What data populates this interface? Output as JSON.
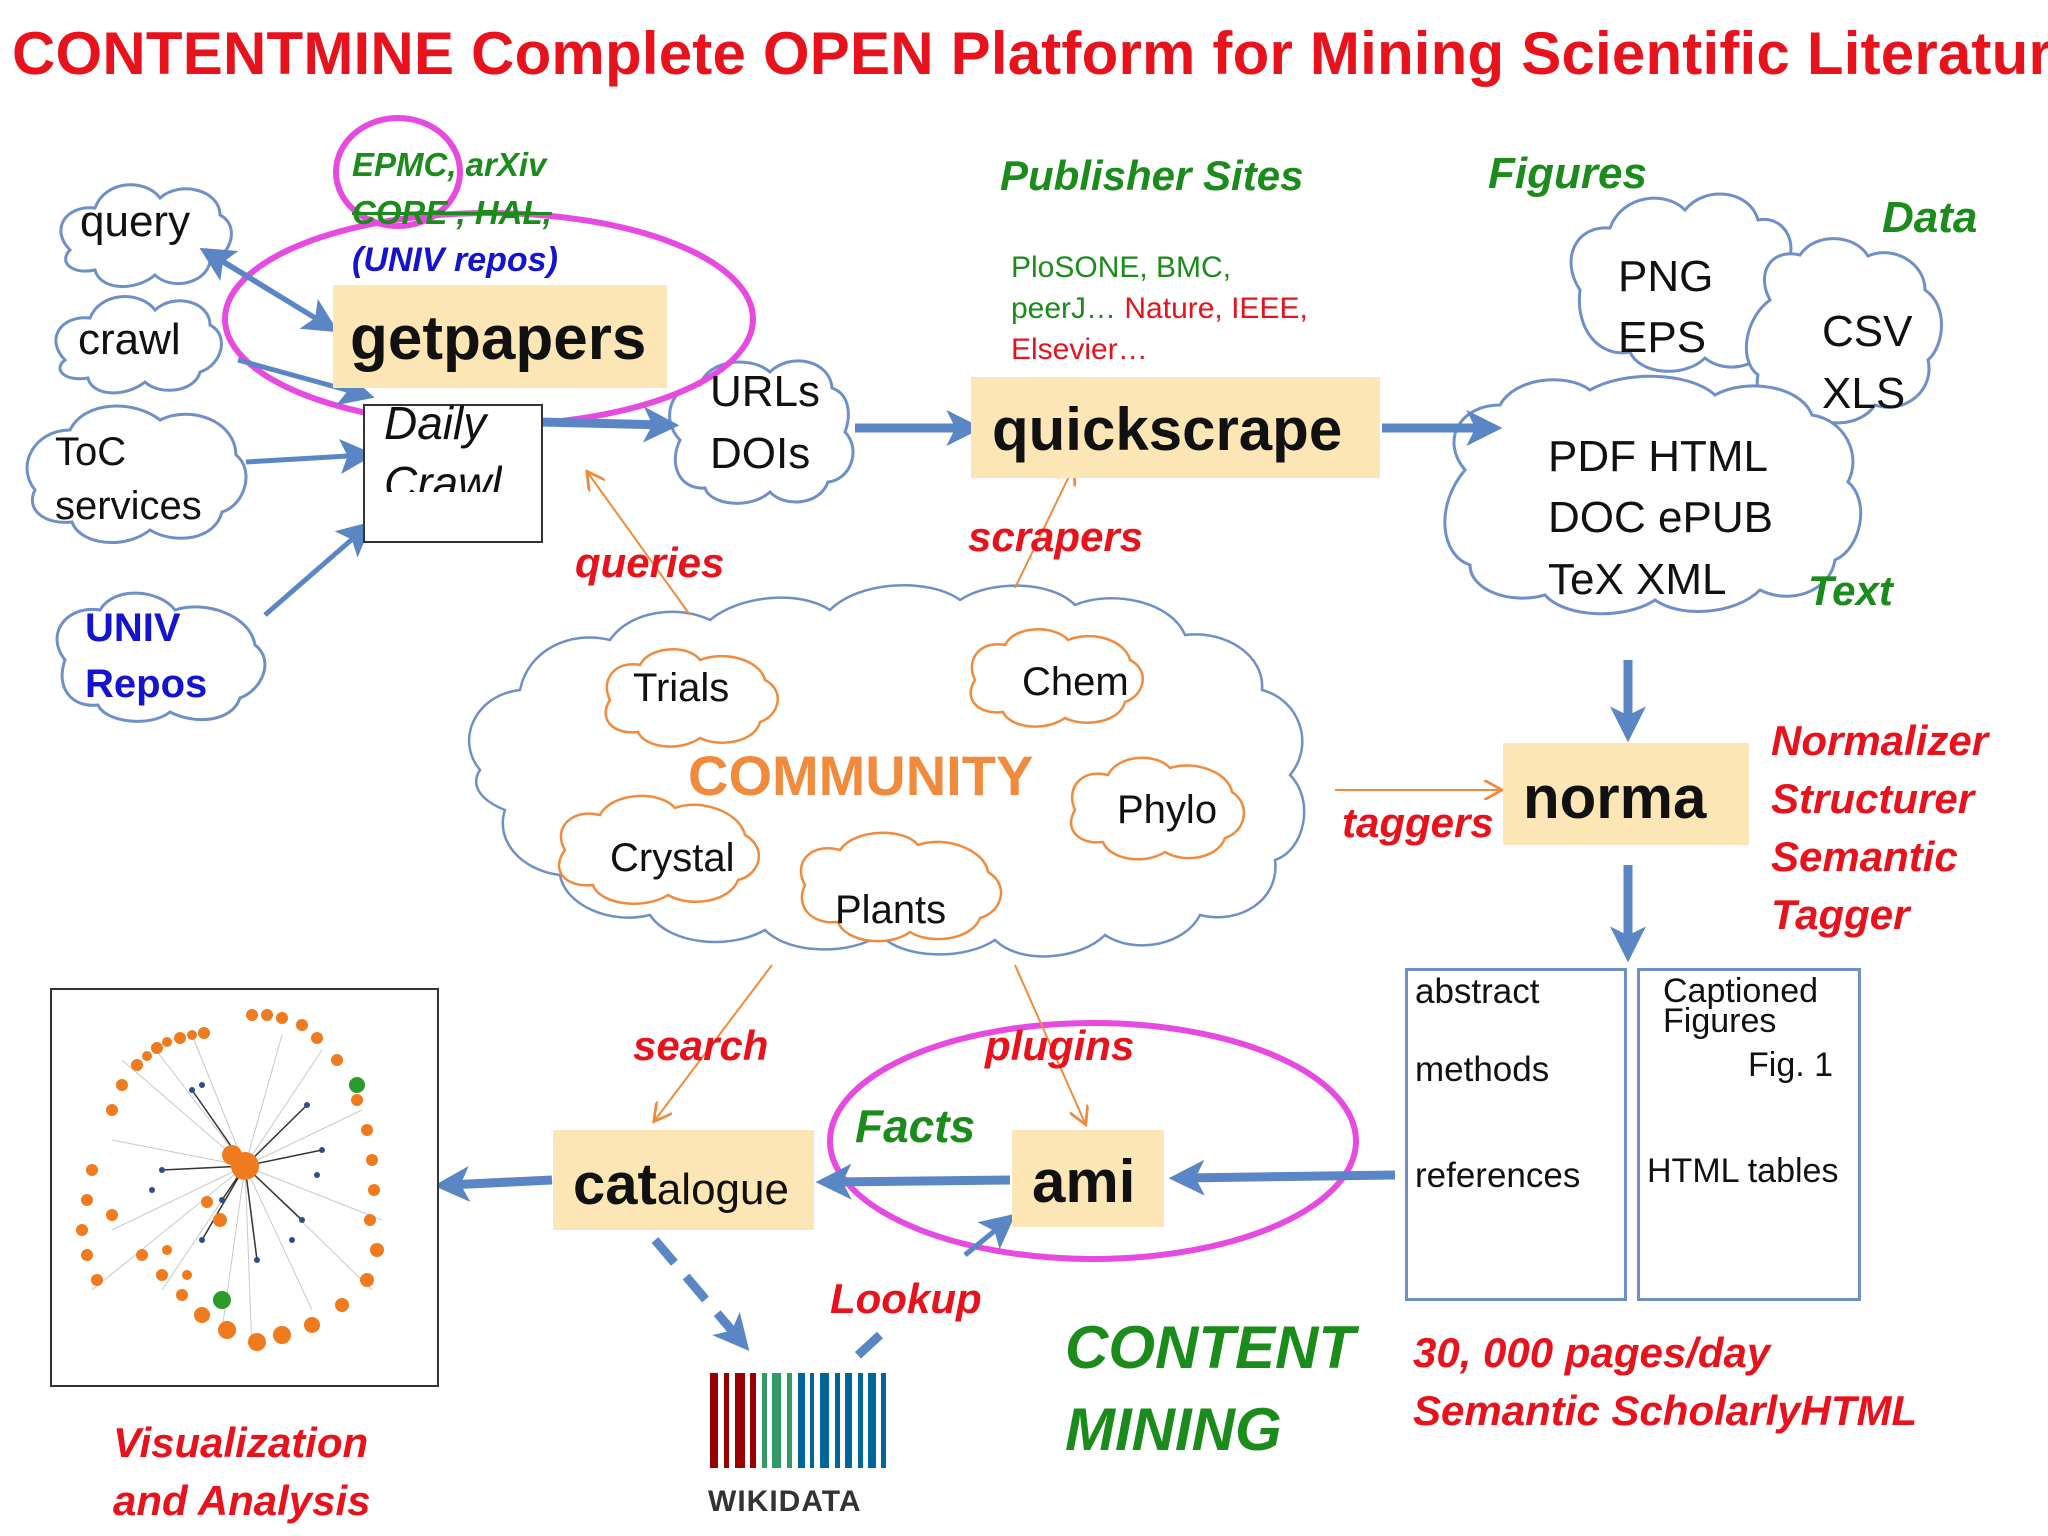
{
  "title": "CONTENTMINE Complete OPEN Platform for Mining Scientific Literature",
  "sources": {
    "query": "query",
    "crawl": "crawl",
    "toc_line1": "ToC",
    "toc_line2": "services",
    "univ_line1": "UNIV",
    "univ_line2": "Repos"
  },
  "repos": {
    "line1": "EPMC, arXiv",
    "line2": "CORE , HAL,",
    "line3": "(UNIV repos)"
  },
  "getpapers": "getpapers",
  "daily_line1": "Daily",
  "daily_line2": "Crawl",
  "urls_line1": "URLs",
  "urls_line2": "DOIs",
  "publisher": {
    "heading": "Publisher Sites",
    "line1": "PloSONE, BMC,",
    "line2_green": "peerJ…",
    "line2_red": " Nature, IEEE,",
    "line3": "Elsevier…"
  },
  "quickscrape": "quickscrape",
  "scrapers": "scrapers",
  "queries": "queries",
  "figures_heading": "Figures",
  "data_heading": "Data",
  "formats": {
    "png": "PNG",
    "eps": "EPS",
    "csv": "CSV",
    "xls": "XLS",
    "row1": "PDF HTML",
    "row2": "DOC ePUB",
    "row3": "TeX XML"
  },
  "text_label": "Text",
  "community": {
    "label": "COMMUNITY",
    "trials": "Trials",
    "chem": "Chem",
    "phylo": "Phylo",
    "crystal": "Crystal",
    "plants": "Plants"
  },
  "taggers": "taggers",
  "norma": "norma",
  "norma_roles": [
    "Normalizer",
    "Structurer",
    "Semantic",
    "Tagger"
  ],
  "doc": {
    "abstract": "abstract",
    "methods": "methods",
    "references": "references",
    "captioned_line1": "Captioned",
    "captioned_line2": "Figures",
    "fig1": "Fig. 1",
    "html_tables": "HTML tables"
  },
  "search": "search",
  "plugins": "plugins",
  "facts": "Facts",
  "ami": "ami",
  "catalogue_bold": "cat",
  "catalogue_rest": "alogue",
  "lookup": "Lookup",
  "wikidata": "WIKIDATA",
  "content_mining_line1": "CONTENT",
  "content_mining_line2": "MINING",
  "stats_line1": "30, 000 pages/day",
  "stats_line2": "Semantic ScholarlyHTML",
  "viz_line1": "Visualization",
  "viz_line2": "and Analysis",
  "colors": {
    "title_red": "#e8121c",
    "green": "#1b8b1b",
    "blue": "#1414d0",
    "arrow_blue": "#5b86c5",
    "box_fill": "#fce6b5",
    "magenta": "#e64ae0",
    "orange": "#f08a3c"
  },
  "icons": [
    "arrow-icon",
    "cloud-icon",
    "wikidata-barcode-icon",
    "network-graph-icon",
    "figure-thumbnail-icon",
    "table-icon"
  ]
}
